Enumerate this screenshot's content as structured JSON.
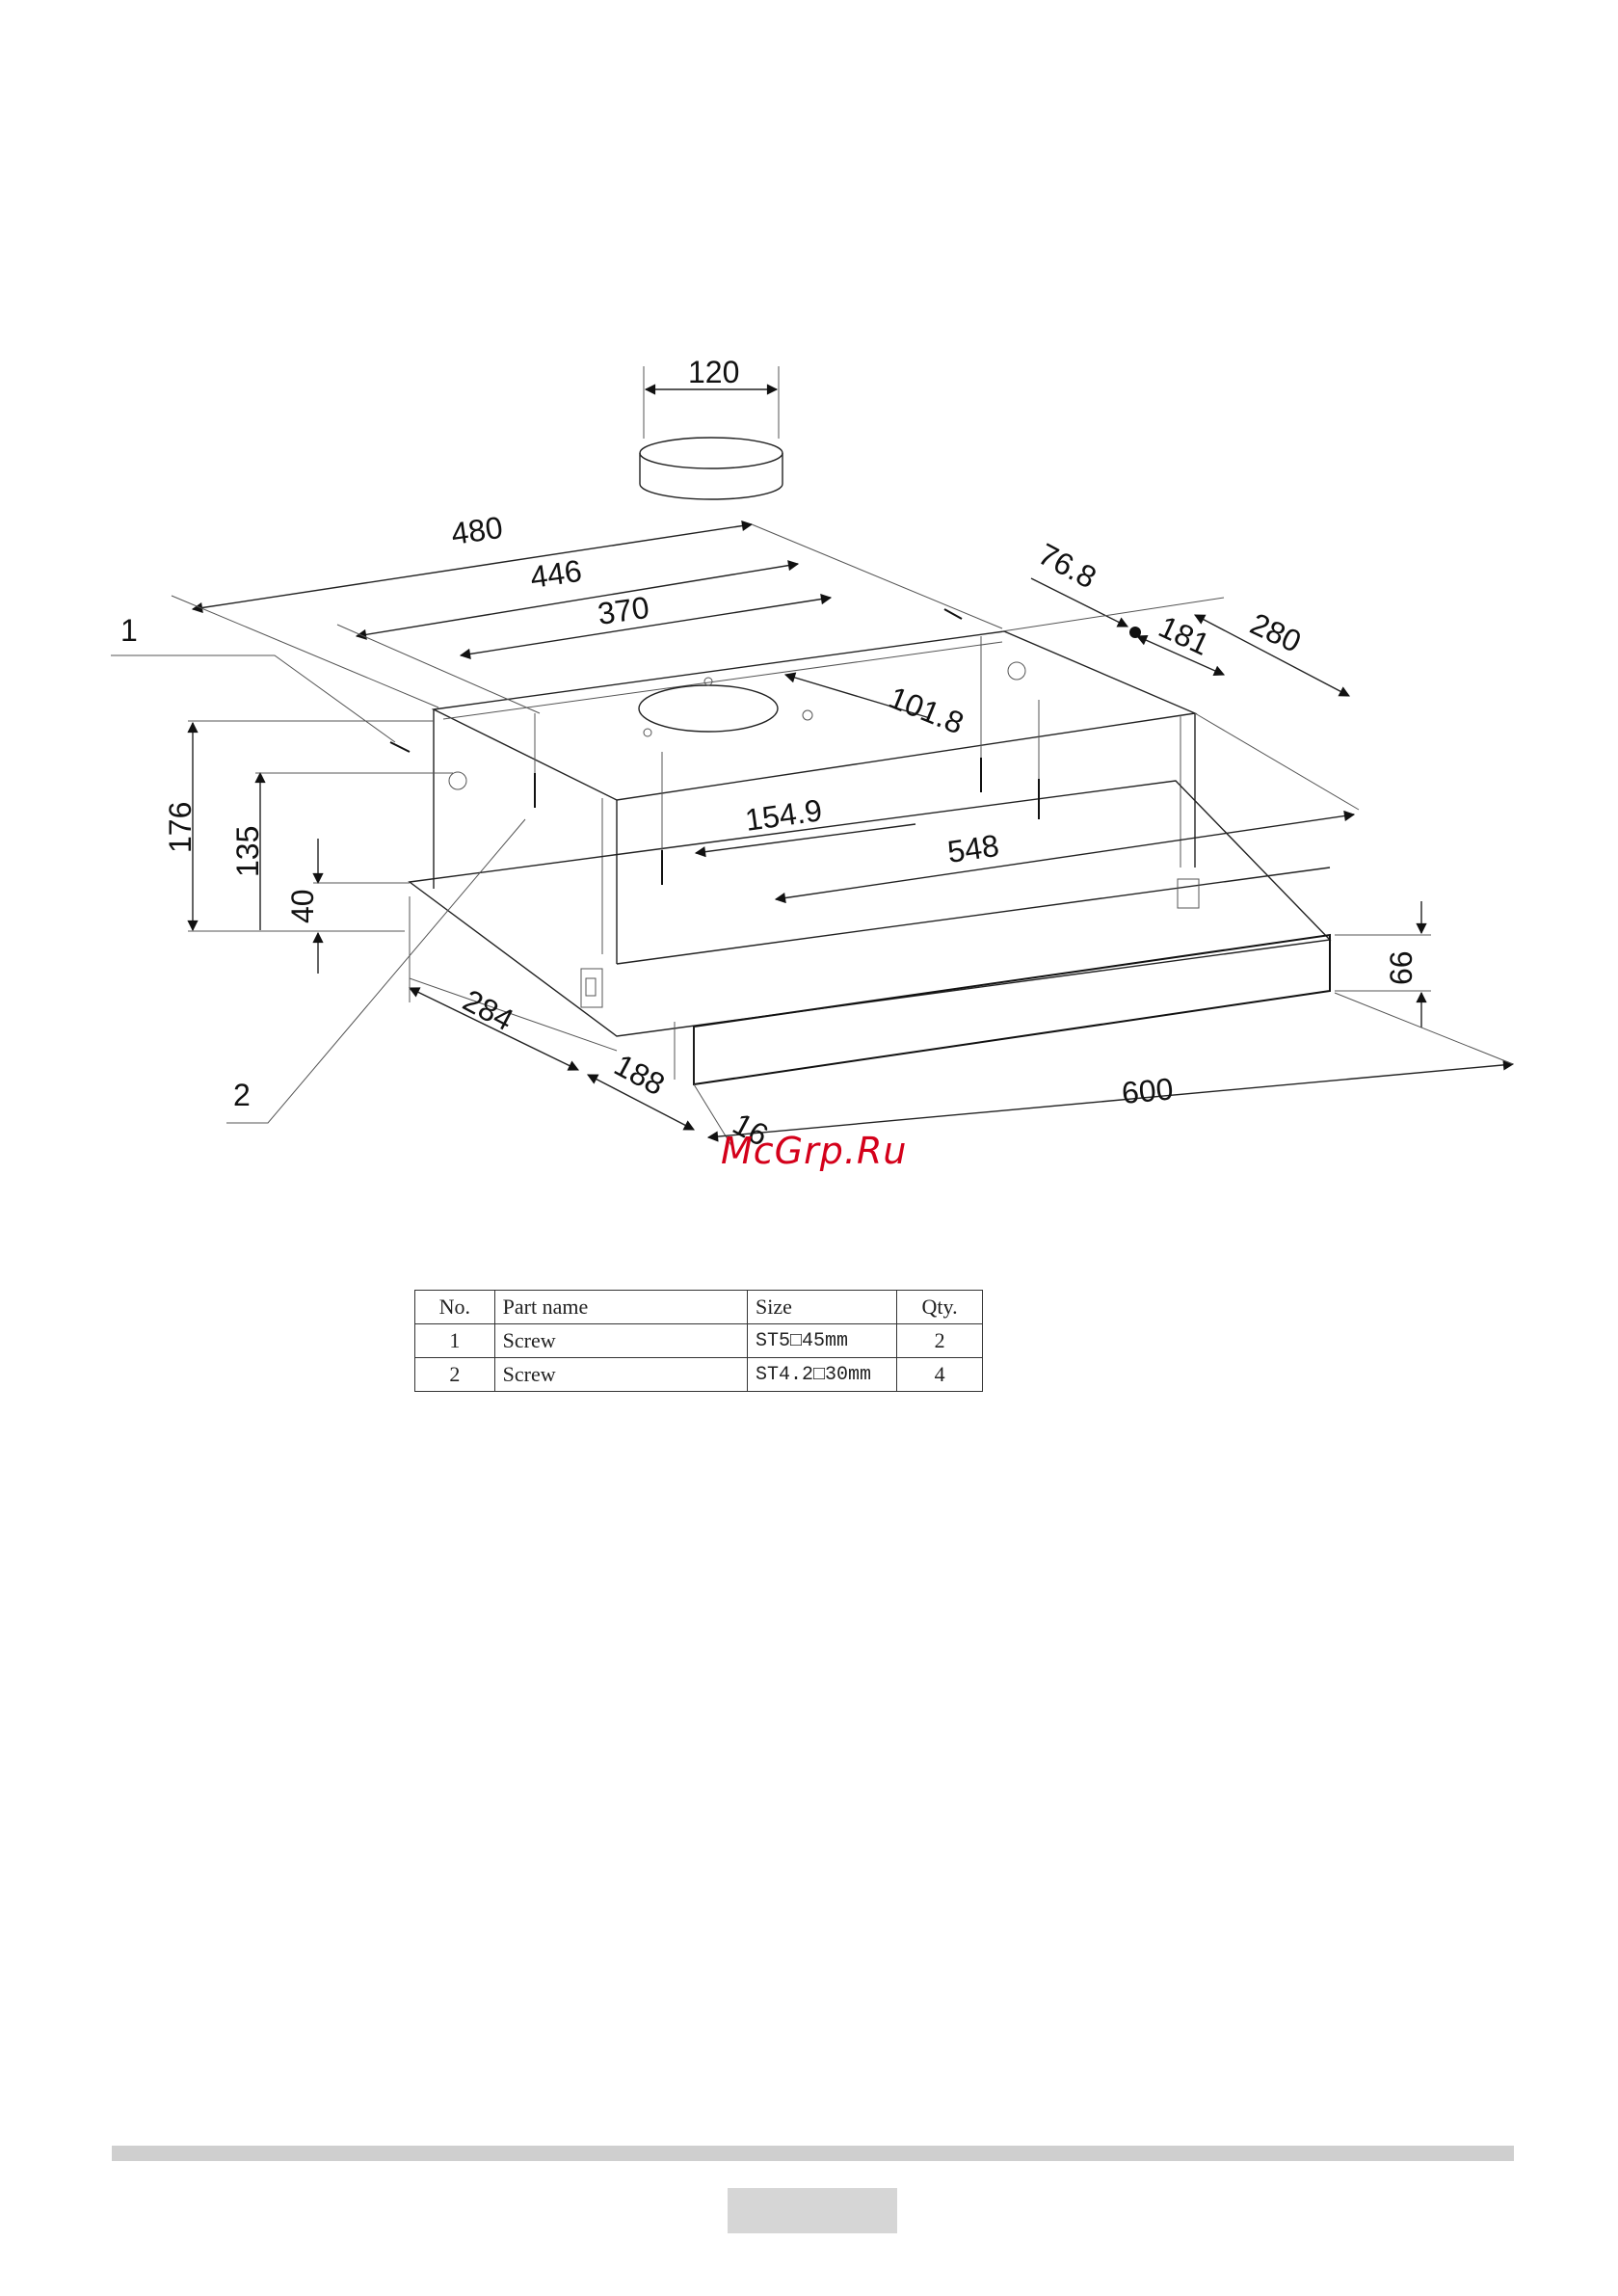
{
  "drawing": {
    "dimensions": {
      "duct_diameter": "120",
      "overall_depth": "480",
      "depth_446": "446",
      "depth_370": "370",
      "offset_76_8": "76.8",
      "offset_181": "181",
      "depth_280": "280",
      "offset_101_8": "101.8",
      "offset_154_9": "154.9",
      "width_548": "548",
      "height_176": "176",
      "height_135": "135",
      "height_40": "40",
      "depth_284": "284",
      "depth_188": "188",
      "panel_16": "16",
      "front_width_600": "600",
      "front_height_66": "66"
    },
    "callouts": {
      "one": "1",
      "two": "2"
    }
  },
  "parts_table": {
    "headers": {
      "no": "No.",
      "name": "Part name",
      "size": "Size",
      "qty": "Qty."
    },
    "rows": [
      {
        "no": "1",
        "name": "Screw",
        "size": "ST5□45mm",
        "qty": "2"
      },
      {
        "no": "2",
        "name": "Screw",
        "size": "ST4.2□30mm",
        "qty": "4"
      }
    ]
  },
  "watermark": "McGrp.Ru"
}
